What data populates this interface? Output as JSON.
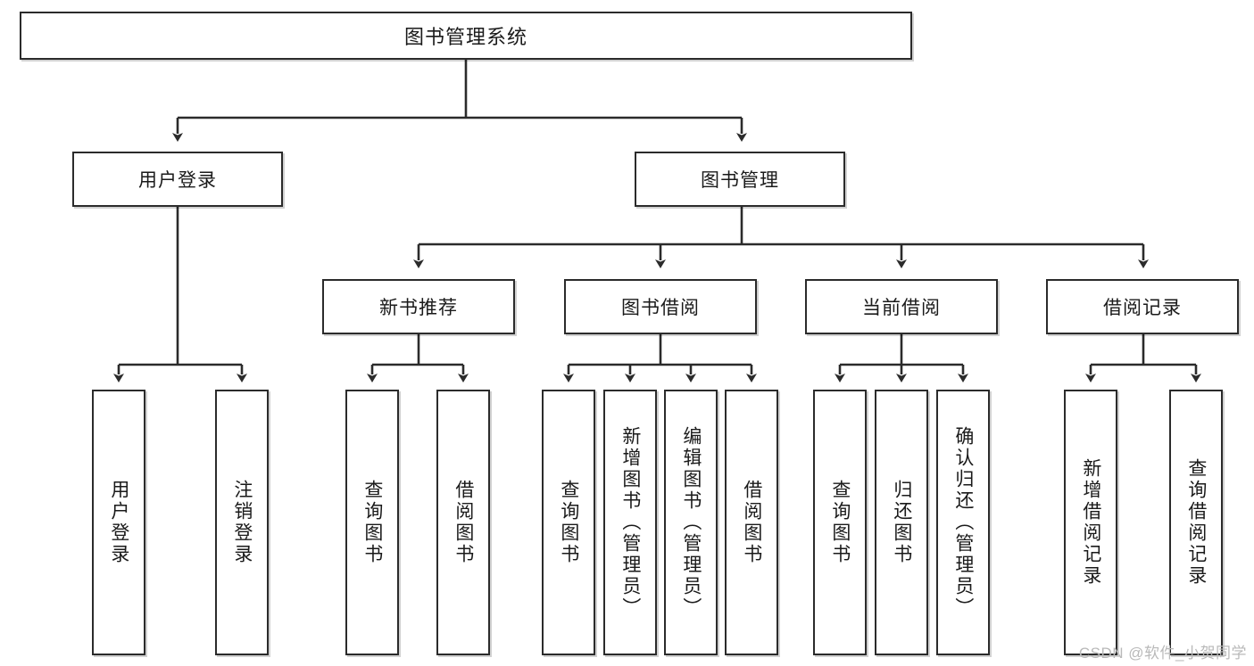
{
  "diagram": {
    "title": "图书管理系统",
    "type": "hierarchy-tree",
    "watermark": "CSDN @软件_小贺同学",
    "colors": {
      "stroke": "#2b2b2b",
      "fill": "#ffffff",
      "text": "#1a1a1a",
      "watermark": "#b9b9b9"
    },
    "nodes": {
      "root": {
        "label": "图书管理系统",
        "level": 1
      },
      "level2": [
        {
          "id": "user-login",
          "label": "用户登录"
        },
        {
          "id": "book-manage",
          "label": "图书管理"
        }
      ],
      "level3": [
        {
          "id": "new-book-rec",
          "label": "新书推荐"
        },
        {
          "id": "book-borrow",
          "label": "图书借阅"
        },
        {
          "id": "current-borrow",
          "label": "当前借阅"
        },
        {
          "id": "borrow-record",
          "label": "借阅记录"
        }
      ],
      "leaves": {
        "user_login": [
          {
            "id": "leaf-user-login",
            "label": "用户登录"
          },
          {
            "id": "leaf-logout",
            "label": "注销登录"
          }
        ],
        "new_book_rec": [
          {
            "id": "leaf-query-book-1",
            "label": "查询图书"
          },
          {
            "id": "leaf-borrow-book-1",
            "label": "借阅图书"
          }
        ],
        "book_borrow": [
          {
            "id": "leaf-query-book-2",
            "label": "查询图书"
          },
          {
            "id": "leaf-add-book",
            "label": "新增图书（管理员）"
          },
          {
            "id": "leaf-edit-book",
            "label": "编辑图书（管理员）"
          },
          {
            "id": "leaf-borrow-book-2",
            "label": "借阅图书"
          }
        ],
        "current_borrow": [
          {
            "id": "leaf-query-book-3",
            "label": "查询图书"
          },
          {
            "id": "leaf-return-book",
            "label": "归还图书"
          },
          {
            "id": "leaf-confirm-return",
            "label": "确认归还（管理员）"
          }
        ],
        "borrow_record": [
          {
            "id": "leaf-add-record",
            "label": "新增借阅记录"
          },
          {
            "id": "leaf-query-record",
            "label": "查询借阅记录"
          }
        ]
      }
    }
  }
}
